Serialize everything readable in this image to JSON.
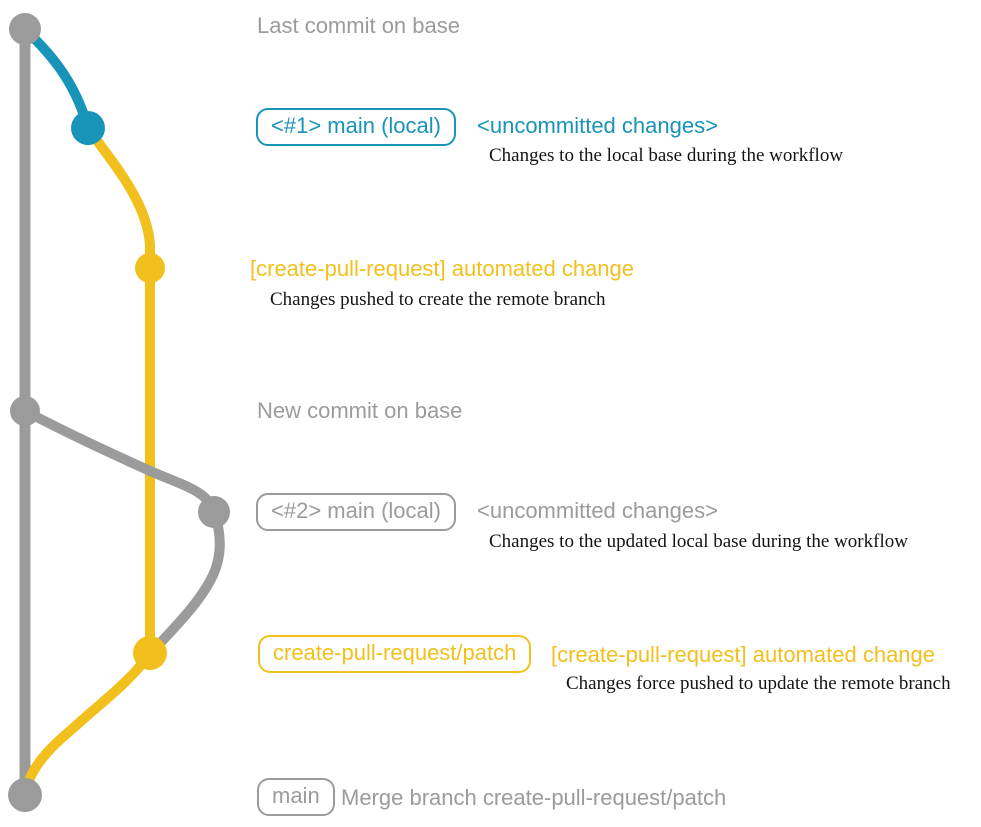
{
  "colors": {
    "gray": "#9b9b9b",
    "teal": "#1894b8",
    "yellow": "#f2c01d",
    "ink": "#141414"
  },
  "graph": {
    "description": "git commit graph for the create-pull-request workflow",
    "nodes": [
      {
        "name": "last-commit-on-base",
        "color": "gray"
      },
      {
        "name": "main-local-1-commit",
        "color": "teal"
      },
      {
        "name": "automated-change-commit-1",
        "color": "yellow"
      },
      {
        "name": "new-commit-on-base",
        "color": "gray"
      },
      {
        "name": "main-local-2-commit",
        "color": "gray"
      },
      {
        "name": "automated-change-commit-2",
        "color": "yellow"
      },
      {
        "name": "merge-commit",
        "color": "gray"
      }
    ]
  },
  "rows": [
    {
      "label": "Last commit on base"
    },
    {
      "badge": "<#1> main (local)",
      "status": "<uncommitted changes>",
      "note": "Changes to the local base during the workflow"
    },
    {
      "message": "[create-pull-request] automated change",
      "note": "Changes pushed to create the remote branch"
    },
    {
      "label": "New commit on base"
    },
    {
      "badge": "<#2> main (local)",
      "status": "<uncommitted changes>",
      "note": "Changes to the updated local base during the workflow"
    },
    {
      "badge": "create-pull-request/patch",
      "message": "[create-pull-request] automated change",
      "note": "Changes force pushed to update the remote branch"
    },
    {
      "badge": "main",
      "message": "Merge branch create-pull-request/patch"
    }
  ]
}
